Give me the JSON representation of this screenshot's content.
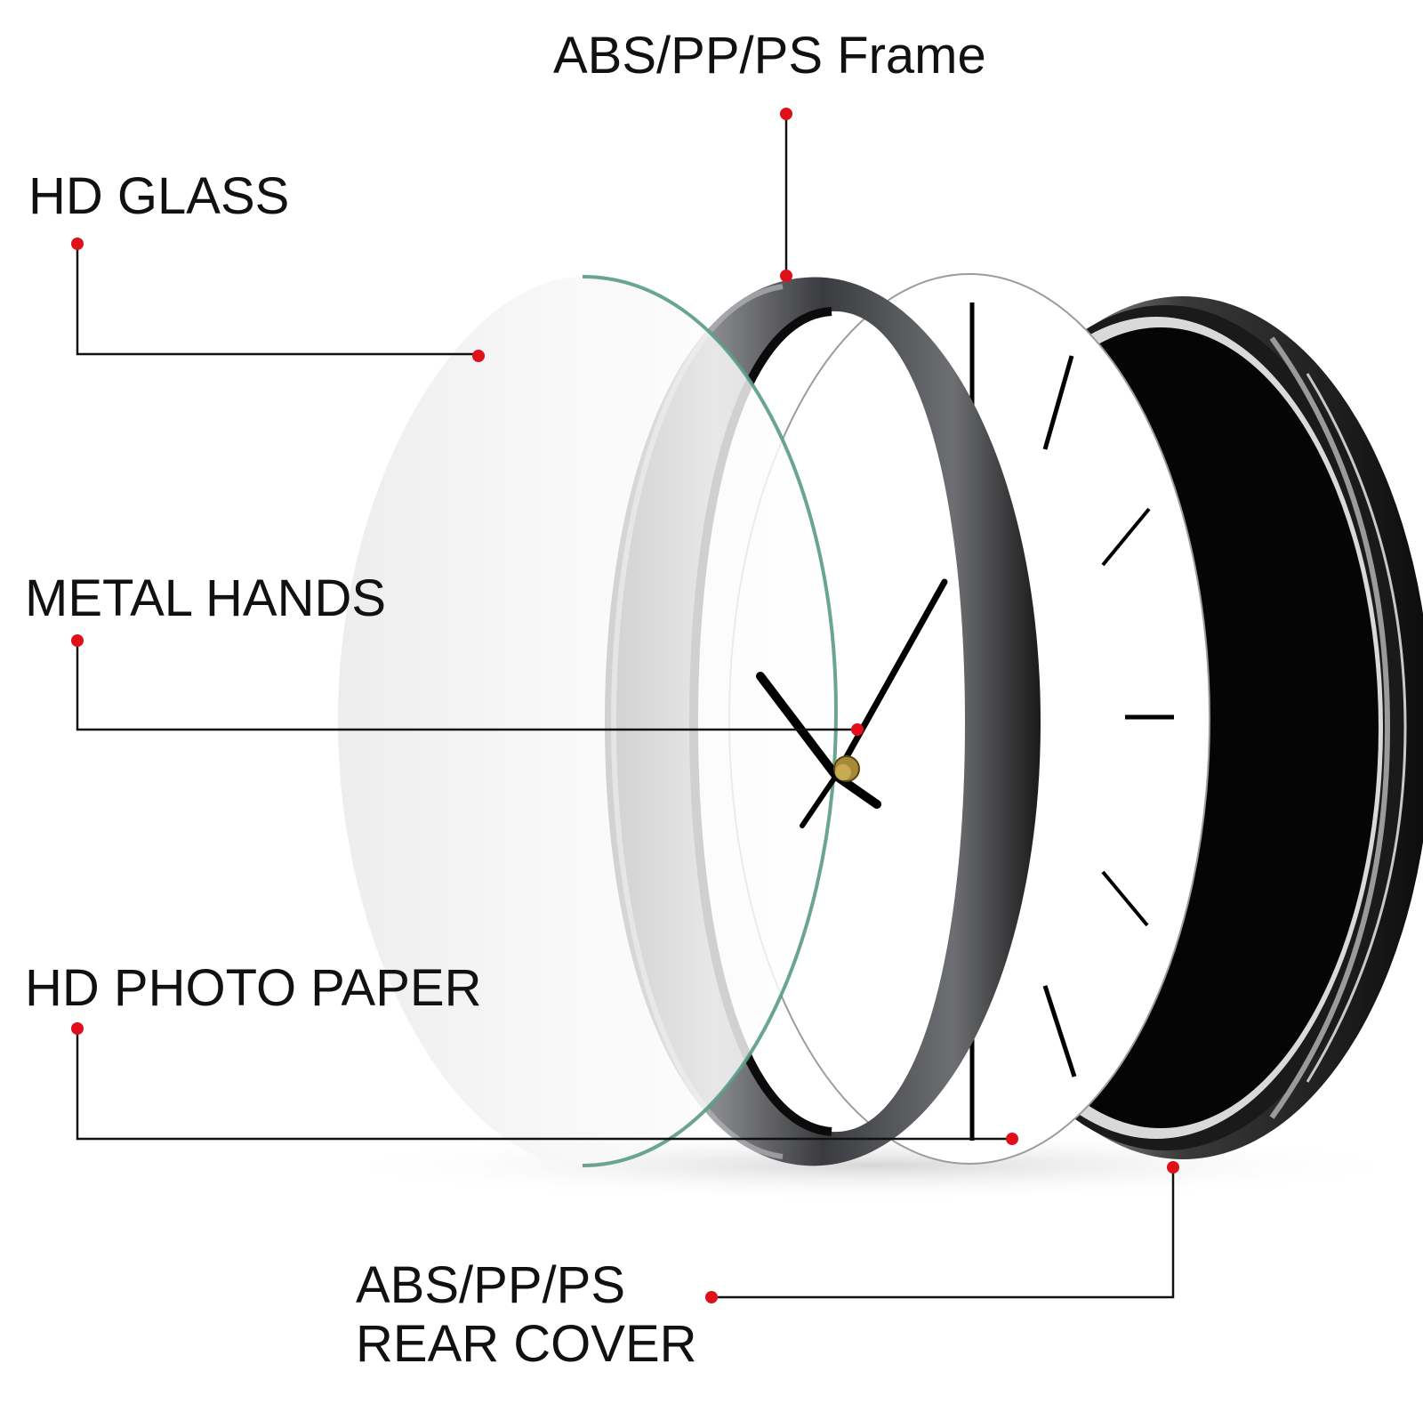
{
  "labels": {
    "frame": "ABS/PP/PS Frame",
    "glass": "HD GLASS",
    "hands": "METAL HANDS",
    "paper": "HD PHOTO PAPER",
    "rear_line1": "ABS/PP/PS",
    "rear_line2": "REAR COVER"
  },
  "colors": {
    "callout_dot": "#e0101a",
    "callout_line": "#111111",
    "frame": "#2a2a2a",
    "glass_edge": "#5a9a8a",
    "rear_cover": "#000000"
  }
}
